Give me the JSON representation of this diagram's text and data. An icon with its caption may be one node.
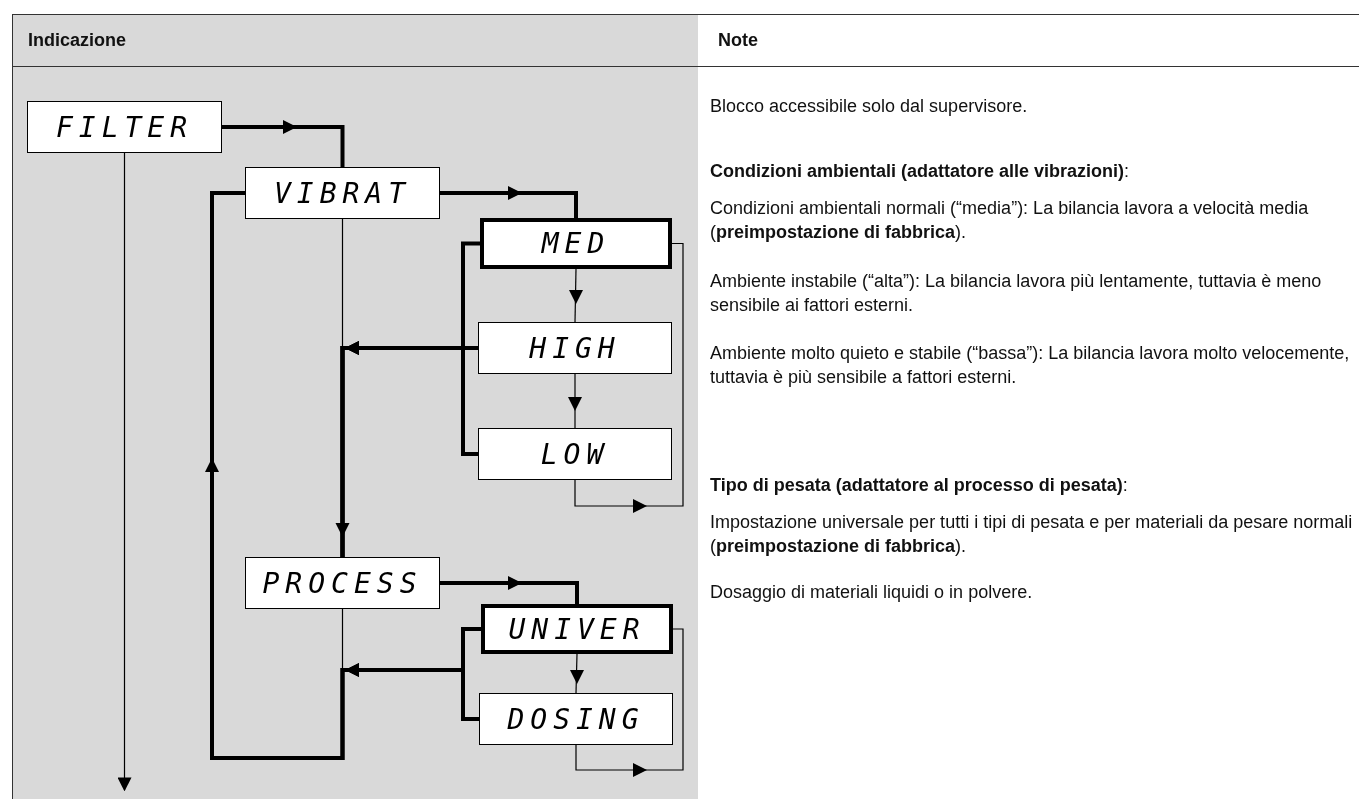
{
  "diagram": {
    "nodes": [
      {
        "text": [
          "FILTER"
        ]
      },
      {
        "text": [
          "VIBRAT"
        ]
      },
      {
        "text": [
          "MED"
        ]
      },
      {
        "text": [
          "HIGH"
        ]
      },
      {
        "text": [
          "LOW"
        ]
      },
      {
        "text": [
          "PROCESS"
        ]
      },
      {
        "text": [
          "UNIVER"
        ]
      },
      {
        "text": [
          "DOSING"
        ]
      }
    ],
    "edges": [
      {
        "from": 0,
        "to": 1,
        "arrow": "to",
        "style": "thick"
      },
      {
        "from": 0,
        "to": null,
        "arrow": "to"
      },
      {
        "from": 1,
        "to": 2,
        "arrow": "to",
        "style": "thick"
      },
      {
        "from": 2,
        "to": 3,
        "arrow": "to"
      },
      {
        "from": 3,
        "to": 4,
        "arrow": "to"
      },
      {
        "from": 4,
        "to": 2,
        "arrow": "to"
      },
      {
        "from": 2,
        "to": 5,
        "arrow": "to",
        "style": "thick"
      },
      {
        "from": 3,
        "to": 5,
        "arrow": "to",
        "style": "thick"
      },
      {
        "from": 4,
        "to": 5,
        "arrow": "to",
        "style": "thick"
      },
      {
        "from": 1,
        "to": 5,
        "arrow": "to"
      },
      {
        "from": 5,
        "to": 1,
        "arrow": "to"
      },
      {
        "from": 5,
        "to": 6,
        "arrow": "to",
        "style": "thick"
      },
      {
        "from": 6,
        "to": 7,
        "arrow": "to"
      },
      {
        "from": 7,
        "to": 6,
        "arrow": "to"
      },
      {
        "from": 6,
        "to": 1,
        "arrow": "to",
        "style": "thick"
      },
      {
        "from": 7,
        "to": 1,
        "arrow": "to",
        "style": "thick"
      }
    ],
    "labels": [
      "Indicazione",
      "Note",
      "Blocco accessibile solo dal supervisore.",
      "**Condizioni ambientali (adattatore alle vibrazioni)**:",
      "Condizioni ambientali normali (“media”): La bilancia lavora a velocità media (**preimpostazione di fabbrica**).",
      "Ambiente instabile (“alta”): La bilancia lavora più lentamente, tuttavia è meno sensibile ai fattori esterni.",
      "Ambiente molto quieto e stabile (“bassa”): La bilancia lavora molto velocemente, tuttavia è più sensibile a fattori esterni.",
      "**Tipo di pesata (adattatore al processo di pesata)**:",
      "Impostazione universale per tutti i tipi di pesata e per materiali da pesare normali (**preimpostazione di fabbrica**).",
      "Dosaggio di materiali liquidi o in polvere."
    ]
  }
}
